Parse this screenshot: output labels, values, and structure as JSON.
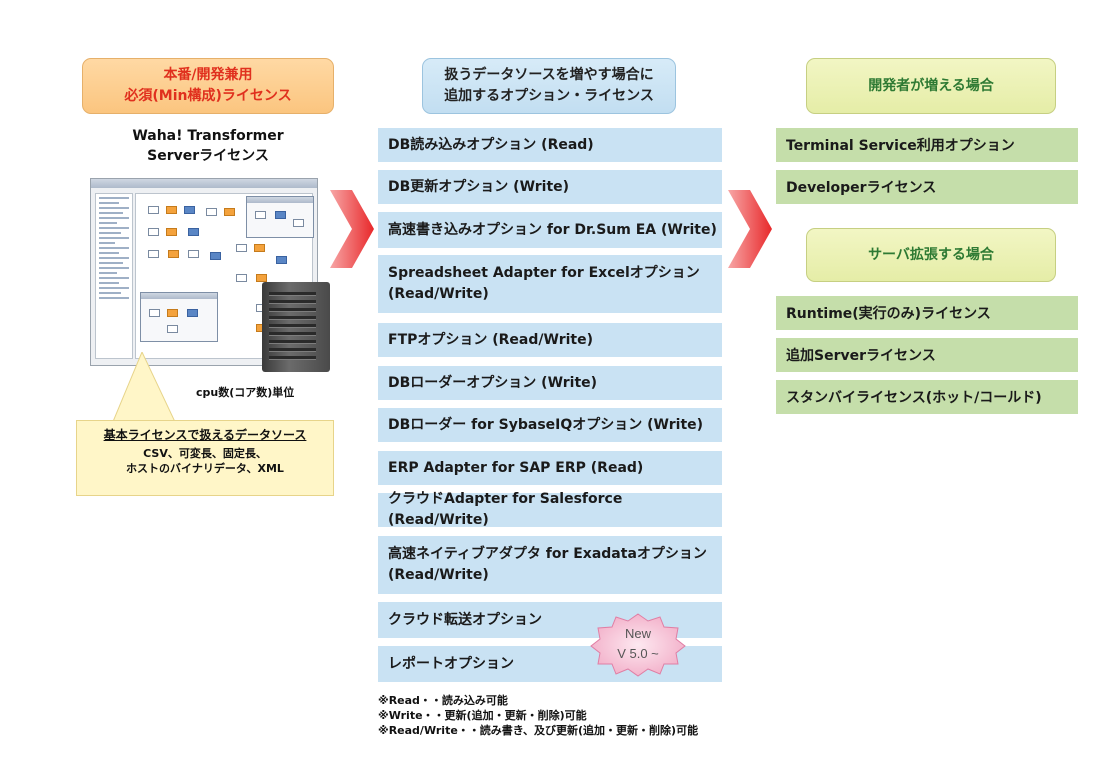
{
  "left": {
    "header_line1": "本番/開発兼用",
    "header_line2": "必須(Min構成)ライセンス",
    "product_line1": "Waha! Transformer",
    "product_line2": "Serverライセンス",
    "cpu_label": "cpu数(コア数)単位",
    "note_title": "基本ライセンスで扱えるデータソース",
    "note_line1": "CSV、可変長、固定長、",
    "note_line2": "ホストのバイナリデータ、XML"
  },
  "middle": {
    "header_line1": "扱うデータソースを増やす場合に",
    "header_line2": "追加するオプション・ライセンス",
    "options": [
      {
        "line1": "DB読み込みオプション (Read)",
        "line2": ""
      },
      {
        "line1": "DB更新オプション (Write)",
        "line2": ""
      },
      {
        "line1": "高速書き込みオプション for Dr.Sum EA (Write)",
        "line2": ""
      },
      {
        "line1": "Spreadsheet Adapter for Excelオプション",
        "line2": "(Read/Write)"
      },
      {
        "line1": "FTPオプション (Read/Write)",
        "line2": ""
      },
      {
        "line1": "DBローダーオプション (Write)",
        "line2": ""
      },
      {
        "line1": "DBローダー for SybaseIQオプション (Write)",
        "line2": ""
      },
      {
        "line1": "ERP Adapter for SAP ERP (Read)",
        "line2": ""
      },
      {
        "line1": "クラウドAdapter for Salesforce (Read/Write)",
        "line2": ""
      },
      {
        "line1": "高速ネイティブアダプタ for Exadataオプション",
        "line2": "(Read/Write)"
      },
      {
        "line1": "クラウド転送オプション",
        "line2": ""
      },
      {
        "line1": "レポートオプション",
        "line2": ""
      }
    ],
    "new_badge": {
      "line1": "New",
      "line2": "V 5.0 ~",
      "color": "#f6c6d8"
    },
    "footnotes": [
      "※Read・・読み込み可能",
      "※Write・・更新(追加・更新・削除)可能",
      "※Read/Write・・読み書き、及び更新(追加・更新・削除)可能"
    ]
  },
  "right": {
    "header1": "開発者が増える場合",
    "dev_items": [
      "Terminal Service利用オプション",
      "Developerライセンス"
    ],
    "header2": "サーバ拡張する場合",
    "server_items": [
      "Runtime(実行のみ)ライセンス",
      "追加Serverライセンス",
      "スタンバイライセンス(ホット/コールド)"
    ]
  },
  "colors": {
    "arrow": "#e8282a",
    "option_bg": "#c9e2f3",
    "right_item_bg": "#c5deaa"
  }
}
